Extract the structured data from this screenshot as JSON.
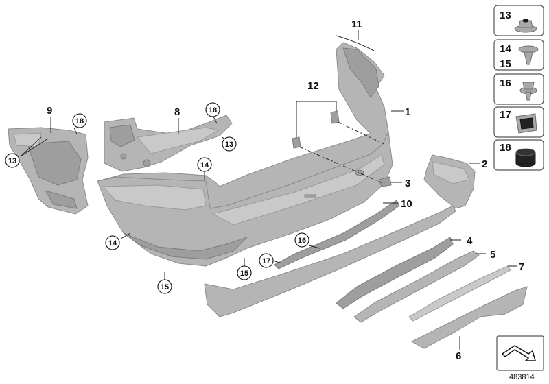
{
  "callouts": [
    "1",
    "2",
    "3",
    "4",
    "5",
    "6",
    "7",
    "8",
    "9",
    "10",
    "11",
    "12",
    "13",
    "14",
    "15",
    "16",
    "17",
    "18"
  ],
  "sidebar": [
    "13",
    "14",
    "15",
    "16",
    "17",
    "18"
  ],
  "doc_id": "483814"
}
